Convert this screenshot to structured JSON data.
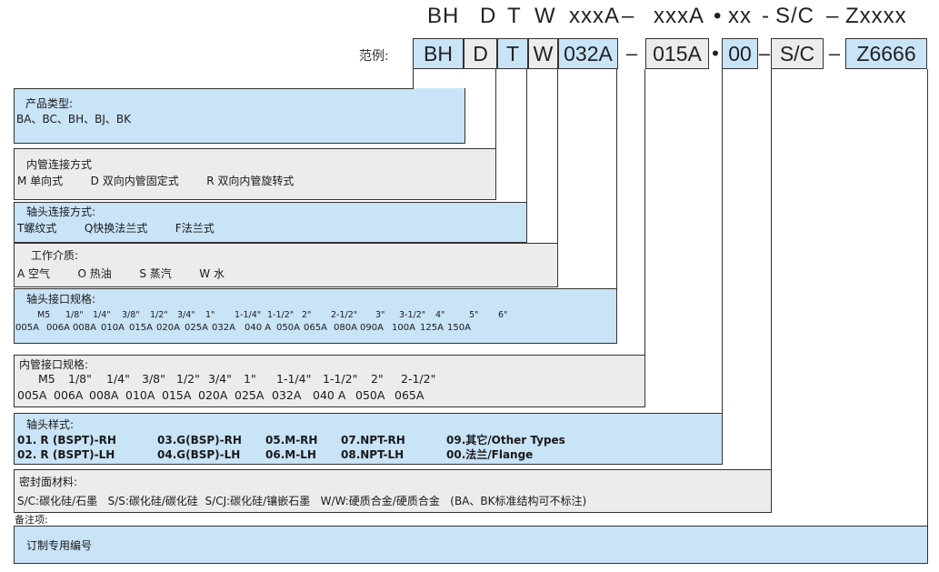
{
  "header": {
    "pattern": [
      "BH",
      "D",
      "T",
      "W",
      "xxxA",
      "–",
      "xxxA",
      "•",
      "xx",
      "-",
      "S/C",
      "–",
      "Zxxxx"
    ],
    "example_label": "范例:",
    "example_cells": [
      "BH",
      "D",
      "T",
      "W",
      "032A",
      "–",
      "015A",
      "•",
      "00",
      "–",
      "S/C",
      "–",
      "Z6666"
    ]
  },
  "product_type": {
    "title": "产品类型:",
    "values": "BA、BC、BH、BJ、BK"
  },
  "inner_pipe": {
    "title": "内管连接方式",
    "values": "M 单向式        D 双向内管固定式        R 双向内管旋转式"
  },
  "shaft_connection": {
    "title": "轴头连接方式:",
    "values": "T螺纹式        Q快换法兰式        F法兰式"
  },
  "medium": {
    "title": "工作介质:",
    "values": "A 空气        O 热油        S 蒸汽        W 水"
  },
  "shaft_port": {
    "title": "轴头接口规格:",
    "sizes": [
      "M5",
      "1/8\"",
      "1/4\"",
      "3/8\"",
      "1/2\"",
      "3/4\"",
      "1\"",
      "1-1/4\"",
      "1-1/2\"",
      "2\"",
      "2-1/2\"",
      "3\"",
      "3-1/2\"",
      "4\"",
      "5\"",
      "6\""
    ],
    "codes": [
      "005A",
      "006A",
      "008A",
      "010A",
      "015A",
      "020A",
      "025A",
      "032A",
      "040 A",
      "050A",
      "065A",
      "080A",
      "090A",
      "100A",
      "125A",
      "150A"
    ]
  },
  "inner_port": {
    "title": "内管接口规格:",
    "sizes": [
      "M5",
      "1/8\"",
      "1/4\"",
      "3/8\"",
      "1/2\"",
      "3/4\"",
      "1\"",
      "1-1/4\"",
      "1-1/2\"",
      "2\"",
      "2-1/2\""
    ],
    "codes": [
      "005A",
      "006A",
      "008A",
      "010A",
      "015A",
      "020A",
      "025A",
      "032A",
      "040 A",
      "050A",
      "065A"
    ]
  },
  "shaft_style": {
    "title": "轴头样式:",
    "row1": [
      "01. R (BSPT)-RH",
      "03.G(BSP)-RH",
      "05.M-RH",
      "07.NPT-RH",
      "09.其它/Other Types"
    ],
    "row2": [
      "02. R (BSPT)-LH",
      "04.G(BSP)-LH",
      "06.M-LH",
      "08.NPT-LH",
      "00.法兰/Flange"
    ]
  },
  "seal": {
    "title": "密封面材料:",
    "values": "S/C:碳化硅/石墨   S/S:碳化硅/碳化硅  S/CJ:碳化硅/镶嵌石墨   W/W:硬质合金/硬质合金   (BA、BK标准结构可不标注)"
  },
  "remark": {
    "title": "备注项:",
    "values": "订制专用编号"
  }
}
